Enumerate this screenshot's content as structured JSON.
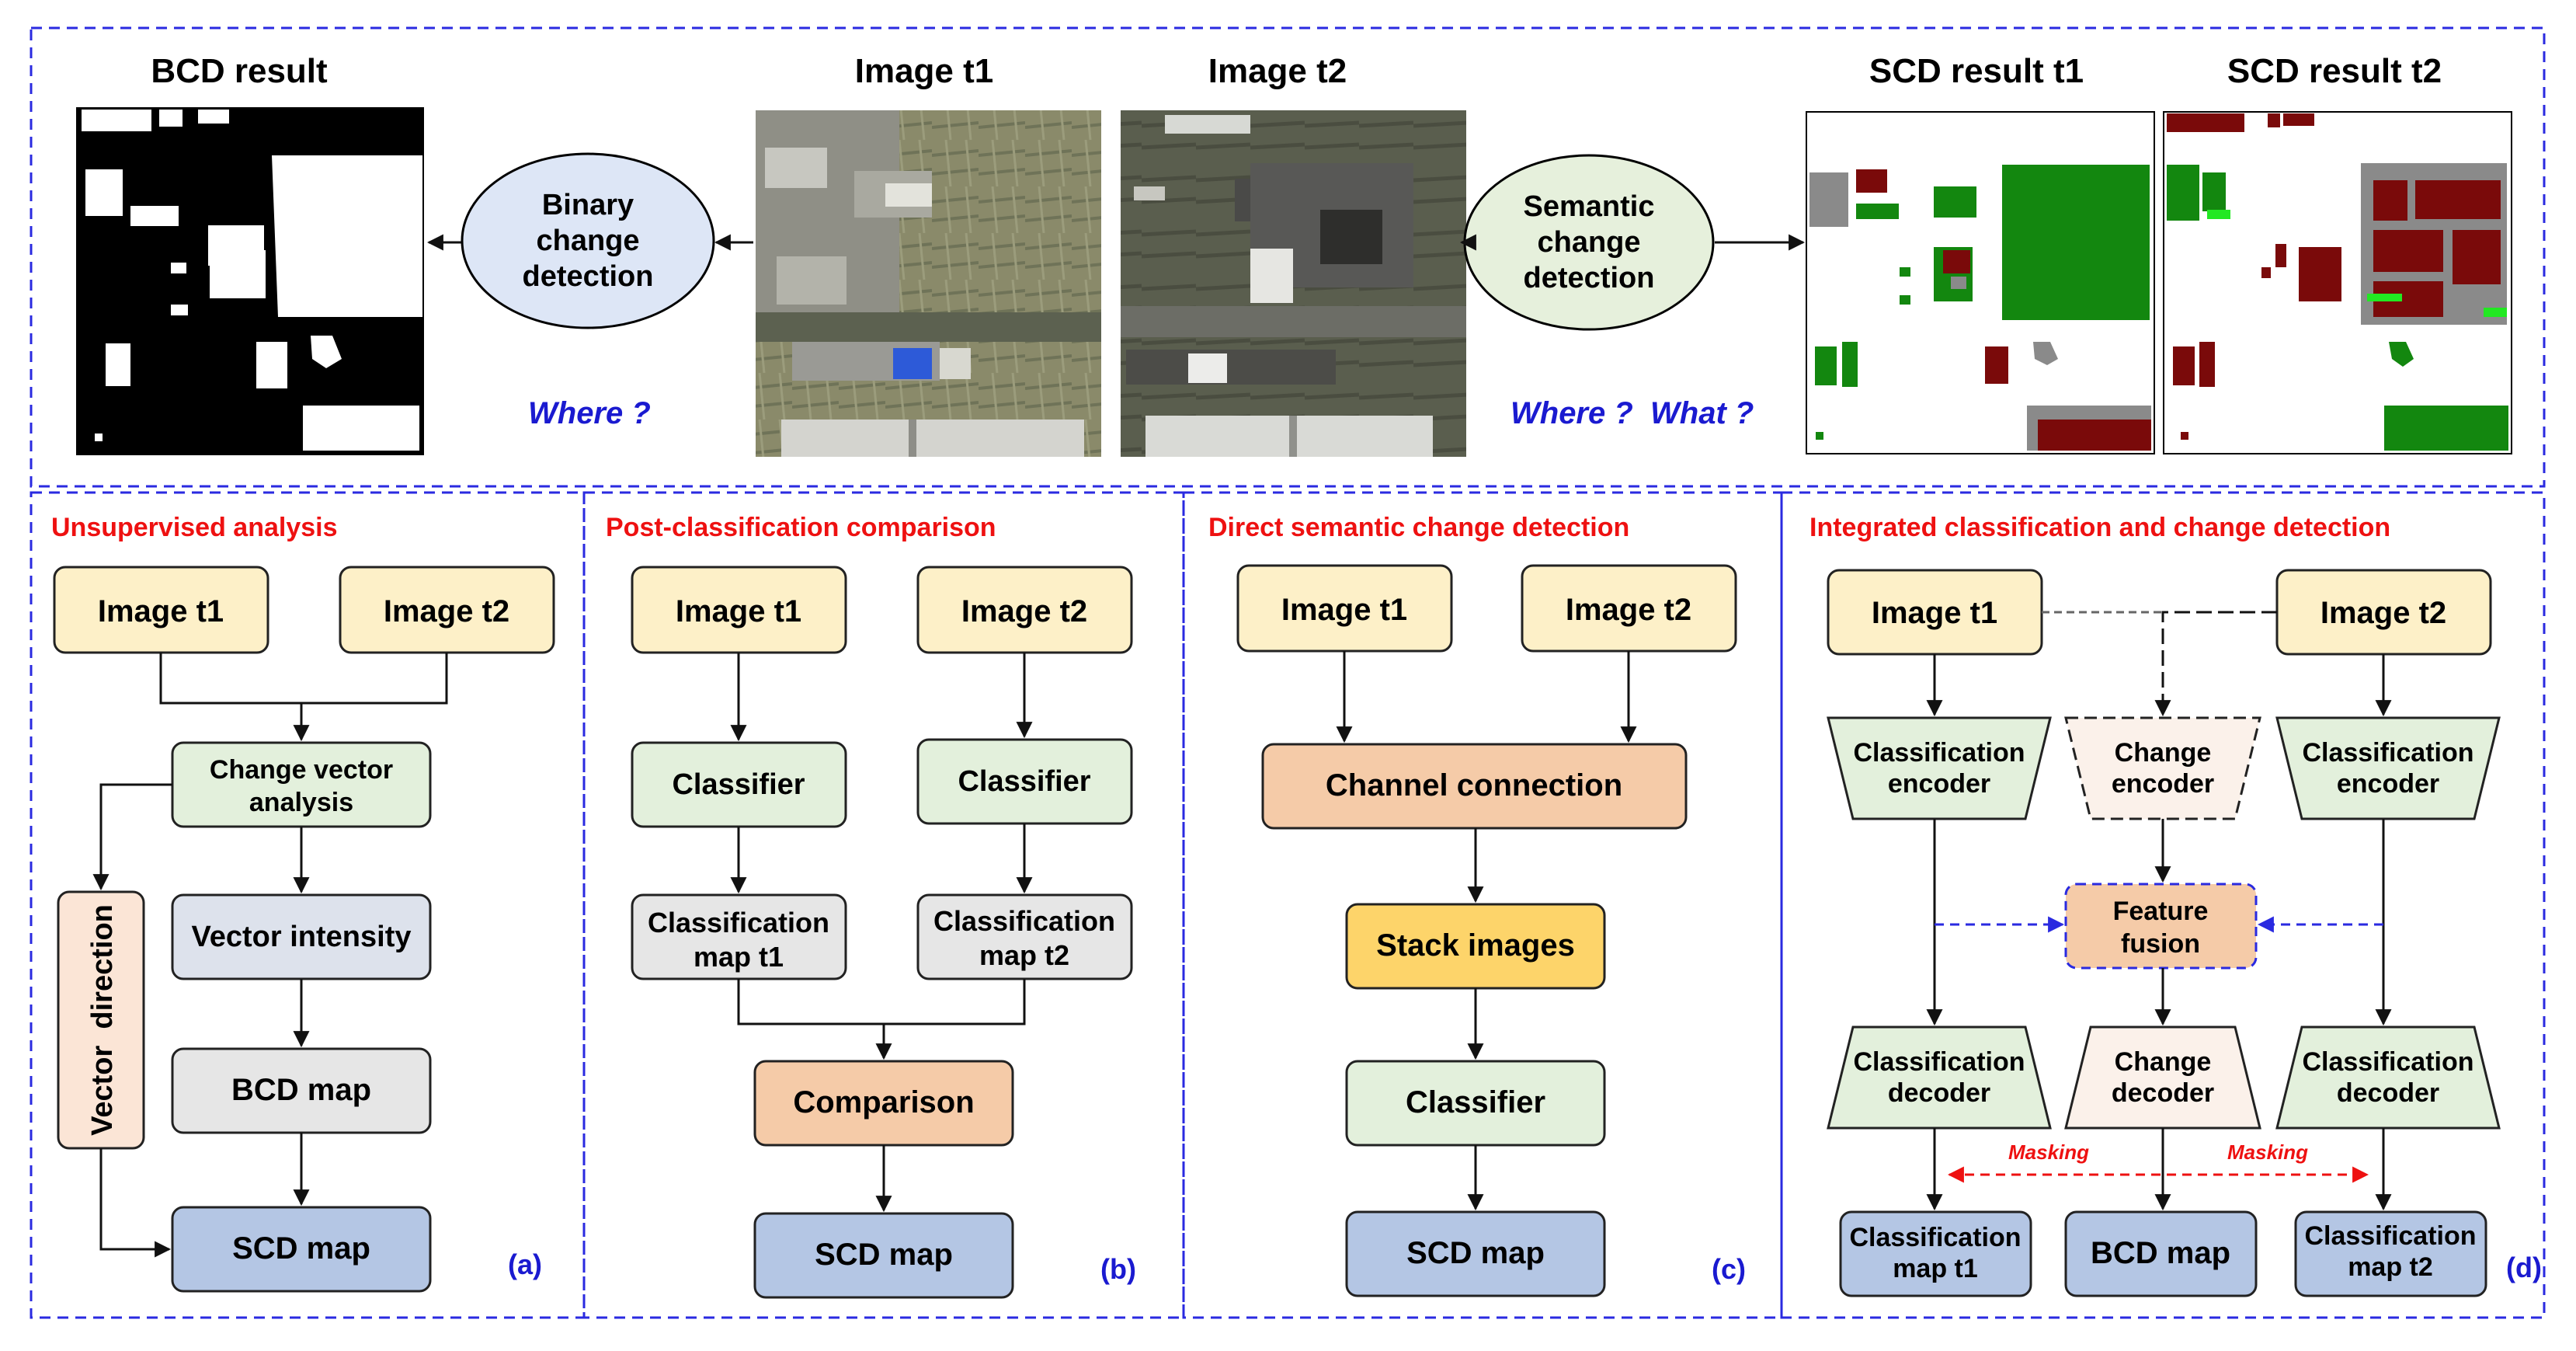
{
  "top": {
    "bcd_title": "BCD result",
    "image_t1_title": "Image t1",
    "image_t2_title": "Image t2",
    "scd_t1_title": "SCD result t1",
    "scd_t2_title": "SCD result t2",
    "binary_node": [
      "Binary",
      "change",
      "detection"
    ],
    "semantic_node": [
      "Semantic",
      "change",
      "detection"
    ],
    "where_label": "Where ?",
    "where_what_label": "Where ?  What ?"
  },
  "panel_a": {
    "title": "Unsupervised analysis",
    "image_t1": "Image t1",
    "image_t2": "Image t2",
    "cva": [
      "Change vector",
      "analysis"
    ],
    "vector_intensity": "Vector intensity",
    "vector_direction": "Vector  direction",
    "bcd_map": "BCD map",
    "scd_map": "SCD map",
    "tag": "(a)"
  },
  "panel_b": {
    "title": "Post-classification comparison",
    "image_t1": "Image t1",
    "image_t2": "Image t2",
    "classifier_1": "Classifier",
    "classifier_2": "Classifier",
    "map_t1": [
      "Classification",
      "map t1"
    ],
    "map_t2": [
      "Classification",
      "map t2"
    ],
    "comparison": "Comparison",
    "scd_map": "SCD map",
    "tag": "(b)"
  },
  "panel_c": {
    "title": "Direct semantic change detection",
    "image_t1": "Image t1",
    "image_t2": "Image t2",
    "channel": "Channel connection",
    "stack": "Stack images",
    "classifier": "Classifier",
    "scd_map": "SCD map",
    "tag": "(c)"
  },
  "panel_d": {
    "title": "Integrated classification and change detection",
    "image_t1": "Image t1",
    "image_t2": "Image t2",
    "cls_encoder_1": [
      "Classification",
      "encoder"
    ],
    "change_encoder": [
      "Change",
      "encoder"
    ],
    "cls_encoder_2": [
      "Classification",
      "encoder"
    ],
    "feature_fusion": [
      "Feature",
      "fusion"
    ],
    "cls_decoder_1": [
      "Classification",
      "decoder"
    ],
    "change_decoder": [
      "Change",
      "decoder"
    ],
    "cls_decoder_2": [
      "Classification",
      "decoder"
    ],
    "masking_left": "Masking",
    "masking_right": "Masking",
    "map_t1": [
      "Classification",
      "map t1"
    ],
    "bcd_map": "BCD map",
    "map_t2": [
      "Classification",
      "map t2"
    ],
    "tag": "(d)"
  },
  "colors": {
    "panel_border": "#2a2ae0",
    "title_red": "#ee1111",
    "where_blue": "#1a1ad0",
    "image_fill": "#fdf0c8",
    "green_fill": "#e3f0dc",
    "gray_fill": "#e6e6e6",
    "blue_gray_fill": "#dde2ec",
    "orange_fill": "#f5cba8",
    "stack_fill": "#fdd46a",
    "scd_fill": "#b4c6e4",
    "vector_dir_fill": "#fbe5d6",
    "change_fill": "#fbf1ea",
    "change_green": "#13870f",
    "change_red": "#7a0a0a",
    "change_gray": "#8a8a8a",
    "change_lime": "#22e822"
  }
}
